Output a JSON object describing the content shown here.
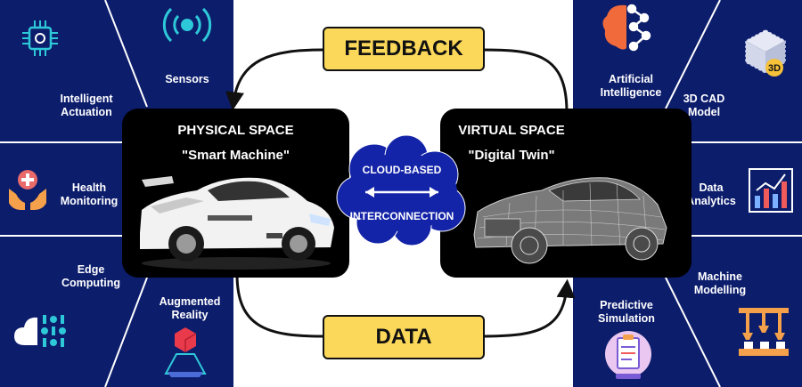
{
  "left_items": {
    "intelligent_actuation": "Intelligent\nActuation",
    "sensors": "Sensors",
    "health_monitoring": "Health\nMonitoring",
    "edge_computing": "Edge\nComputing",
    "augmented_reality": "Augmented\nReality"
  },
  "right_items": {
    "artificial_intelligence": "Artificial\nIntelligence",
    "cad_model": "3D CAD\nModel",
    "data_analytics": "Data\nAnalytics",
    "machine_modelling": "Machine\nModelling",
    "predictive_simulation": "Predictive\nSimulation"
  },
  "physical": {
    "heading": "PHYSICAL SPACE",
    "subtitle": "\"Smart Machine\""
  },
  "virtual": {
    "heading": "VIRTUAL SPACE",
    "subtitle": "\"Digital Twin\""
  },
  "feedback_label": "FEEDBACK",
  "data_label": "DATA",
  "cloud": {
    "top": "CLOUD-BASED",
    "bottom": "INTERCONNECTION"
  },
  "cad_badge": "3D",
  "colors": {
    "panel": "#0c1d6c",
    "tag": "#fbd85a",
    "cloud": "#1424a8",
    "accent_teal": "#2ec9d8",
    "accent_orange": "#f5a04a"
  }
}
